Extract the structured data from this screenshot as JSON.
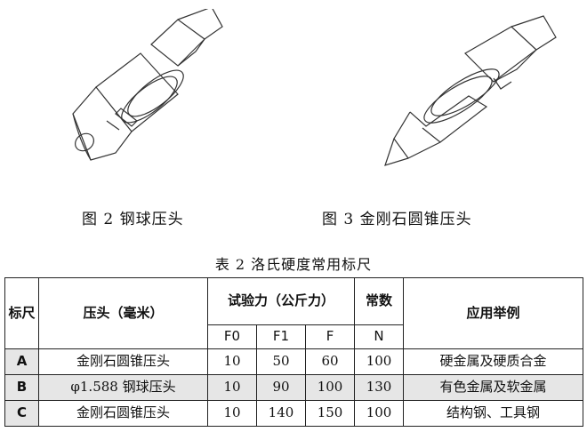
{
  "figures": {
    "fig2": {
      "caption": "图 2  钢球压头"
    },
    "fig3": {
      "caption": "图 3   金刚石圆锥压头"
    }
  },
  "table": {
    "title": "表 2  洛氏硬度常用标尺",
    "headers": {
      "scale": "标尺",
      "indenter": "压头（毫米）",
      "test_force": "试验力（公斤力）",
      "constant": "常数",
      "application": "应用举例",
      "f0": "F0",
      "f1": "F1",
      "f": "F",
      "n": "N"
    },
    "rows": [
      {
        "scale": "A",
        "indenter": "金刚石圆锥压头",
        "f0": "10",
        "f1": "50",
        "f": "60",
        "n": "100",
        "application": "硬金属及硬质合金"
      },
      {
        "scale": "B",
        "indenter": "φ1.588 钢球压头",
        "f0": "10",
        "f1": "90",
        "f": "100",
        "n": "130",
        "application": "有色金属及软金属"
      },
      {
        "scale": "C",
        "indenter": "金刚石圆锥压头",
        "f0": "10",
        "f1": "140",
        "f": "150",
        "n": "100",
        "application": "结构钢、工具钢"
      }
    ]
  }
}
